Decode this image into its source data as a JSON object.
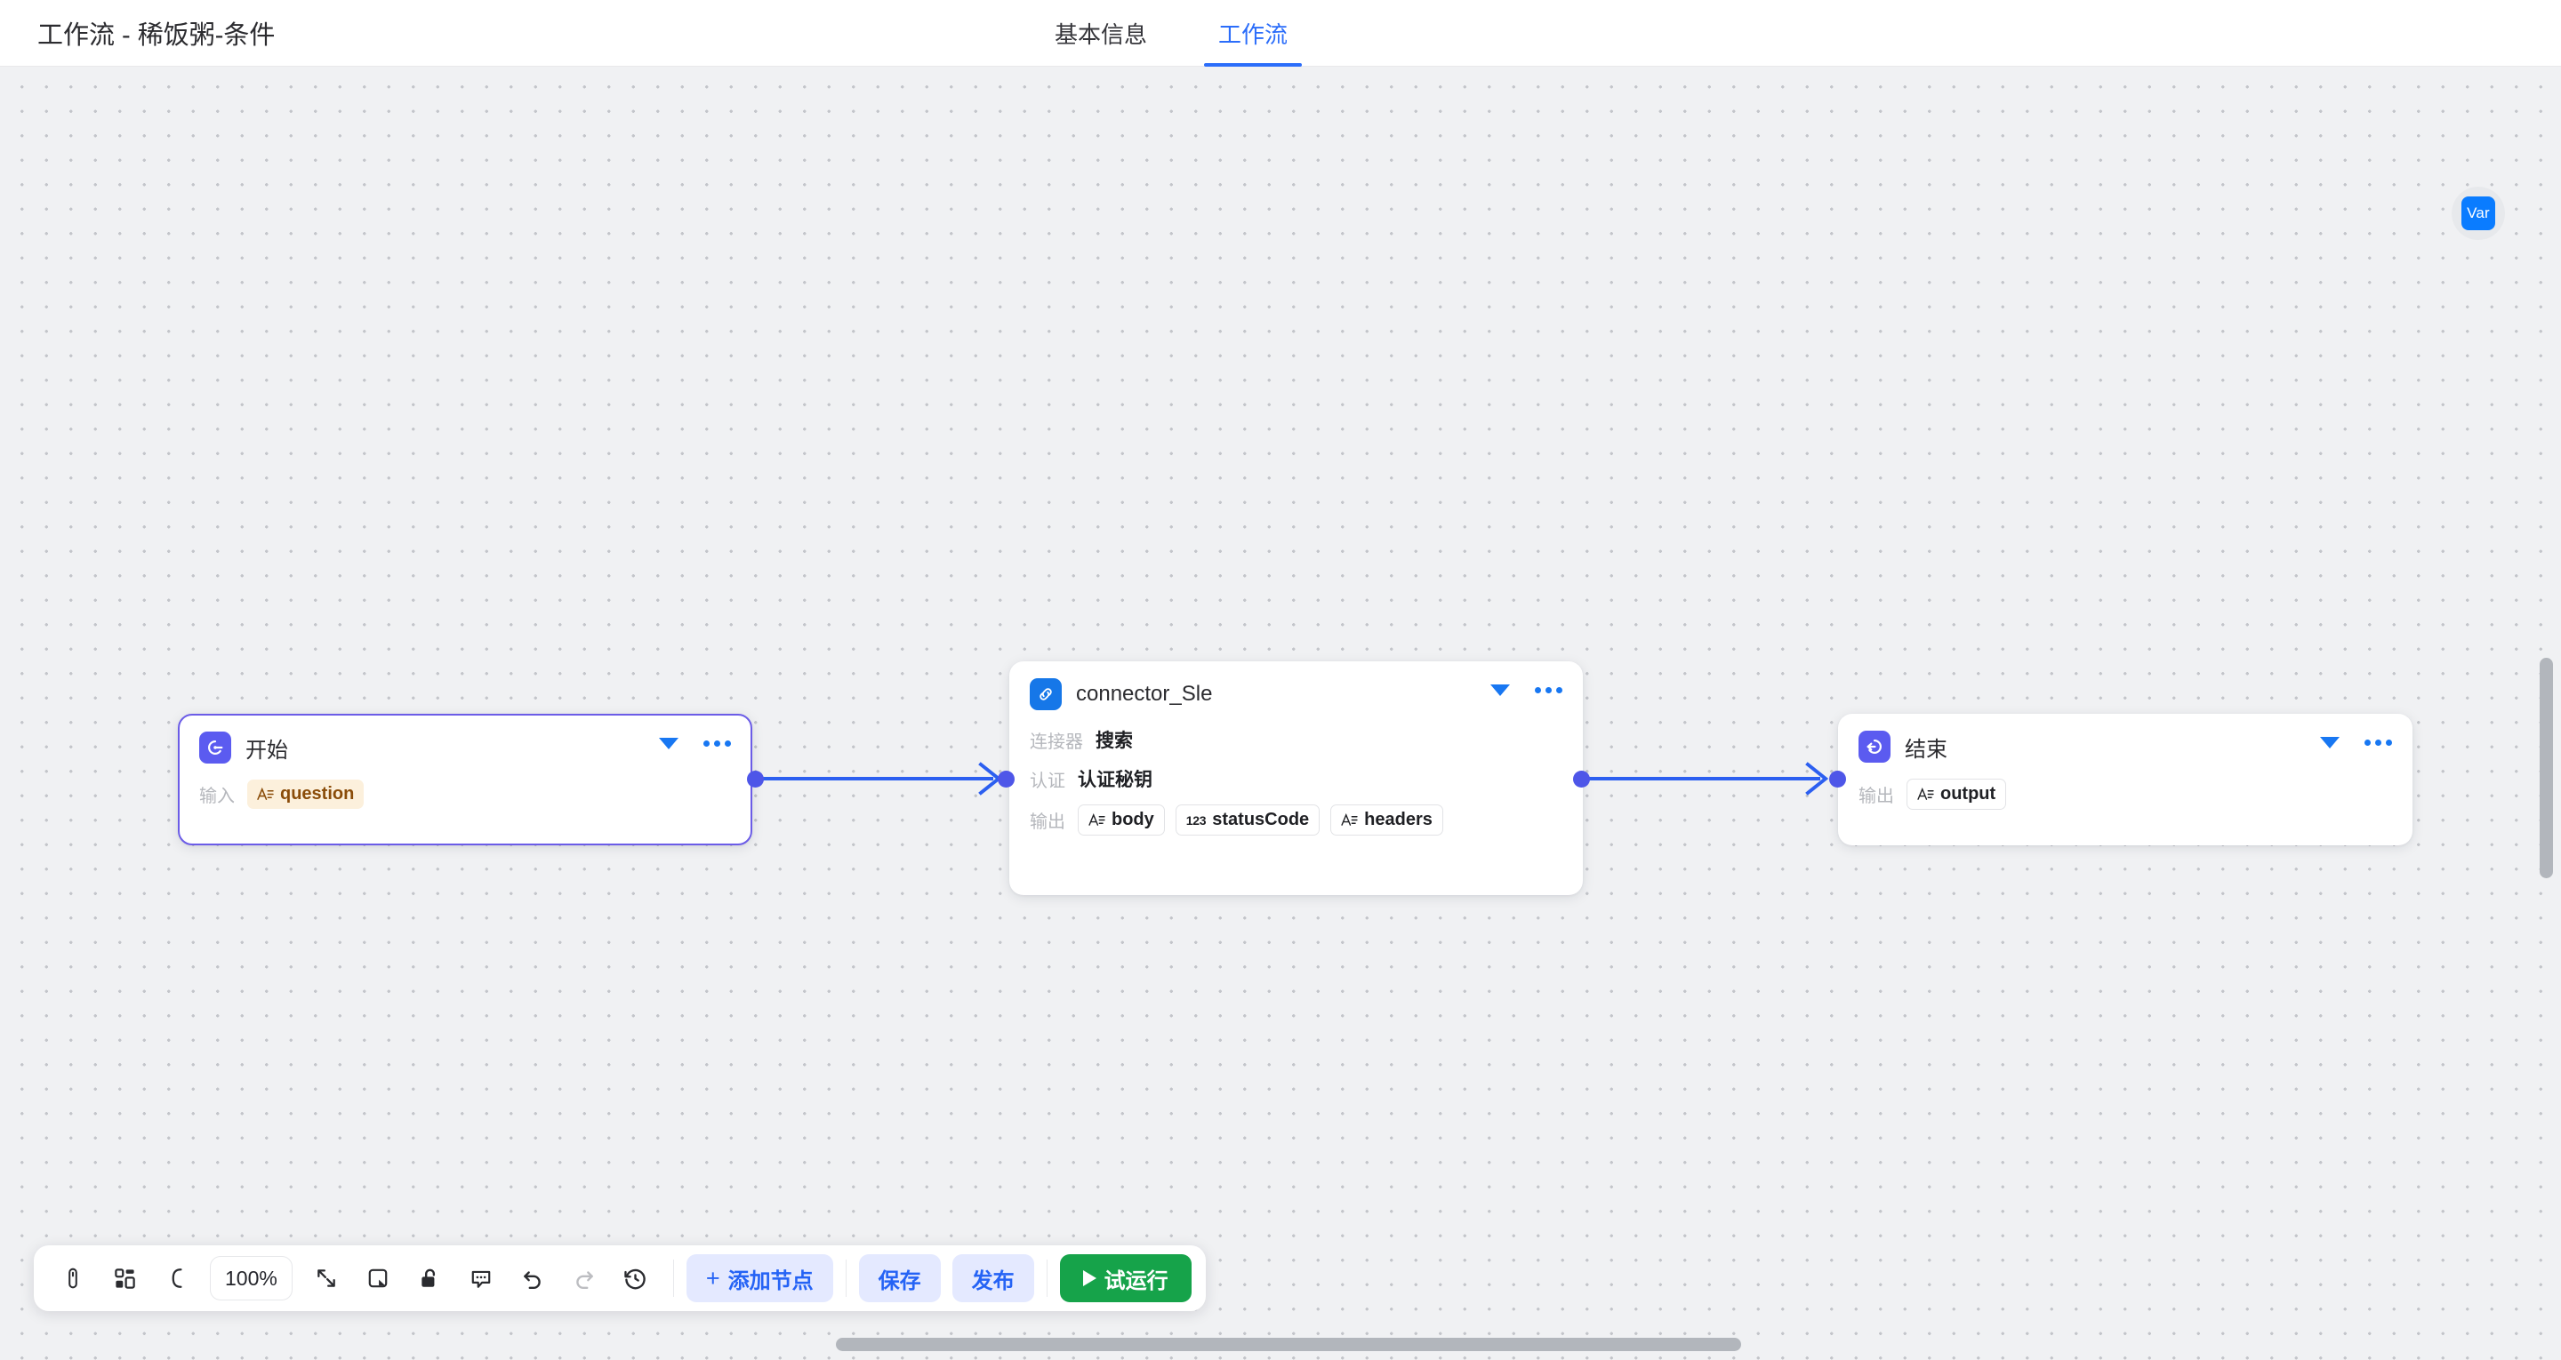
{
  "header": {
    "title": "工作流 - 稀饭粥-条件",
    "tabs": [
      {
        "label": "基本信息",
        "active": false
      },
      {
        "label": "工作流",
        "active": true
      }
    ]
  },
  "canvas": {
    "var_button_label": "Var",
    "accent_blue": "#2b6dfa",
    "edge_color": "#2c5ff0",
    "port_color": "#4e56e8",
    "selection_color": "#6b5ce7",
    "background_color": "#f0f1f3"
  },
  "nodes": [
    {
      "id": "start",
      "title": "开始",
      "icon": "start-icon",
      "icon_color": "#5b5bf0",
      "selected": true,
      "rows": [
        {
          "label": "输入",
          "tags": [
            {
              "text": "question",
              "type": "string",
              "style": "amber"
            }
          ]
        }
      ]
    },
    {
      "id": "connector",
      "title": "connector_Sle",
      "icon": "link-icon",
      "icon_color": "#1677e8",
      "selected": false,
      "rows": [
        {
          "label": "连接器",
          "value": "搜索"
        },
        {
          "label": "认证",
          "value": "认证秘钥"
        },
        {
          "label": "输出",
          "tags": [
            {
              "text": "body",
              "type": "string",
              "style": "plain"
            },
            {
              "text": "statusCode",
              "type": "number",
              "style": "plain"
            },
            {
              "text": "headers",
              "type": "string",
              "style": "plain"
            }
          ]
        }
      ]
    },
    {
      "id": "end",
      "title": "结束",
      "icon": "end-icon",
      "icon_color": "#5b5bf0",
      "selected": false,
      "rows": [
        {
          "label": "输出",
          "tags": [
            {
              "text": "output",
              "type": "string",
              "style": "plain"
            }
          ]
        }
      ]
    }
  ],
  "toolbar": {
    "icons": [
      {
        "name": "mouse-pointer-icon",
        "disabled": false
      },
      {
        "name": "layout-grid-icon",
        "disabled": false
      },
      {
        "name": "curve-line-icon",
        "disabled": false
      }
    ],
    "zoom_level": "100%",
    "icons_right": [
      {
        "name": "fit-screen-icon",
        "disabled": false
      },
      {
        "name": "frame-select-icon",
        "disabled": false
      },
      {
        "name": "lock-open-icon",
        "disabled": false
      },
      {
        "name": "comment-icon",
        "disabled": false
      },
      {
        "name": "undo-icon",
        "disabled": false
      },
      {
        "name": "redo-icon",
        "disabled": true
      },
      {
        "name": "history-icon",
        "disabled": false
      }
    ],
    "add_node_label": "添加节点",
    "save_label": "保存",
    "publish_label": "发布",
    "test_run_label": "试运行"
  }
}
